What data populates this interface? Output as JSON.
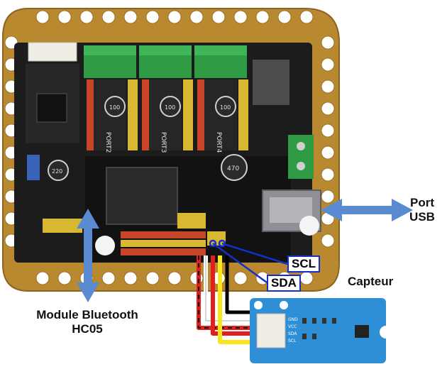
{
  "labels": {
    "port": [
      "Port",
      "USB"
    ],
    "bluetooth": [
      "Module Bluetooth",
      "HC05"
    ],
    "sensor": "Capteur",
    "scl": "SCL",
    "sda": "SDA"
  },
  "board": {
    "port_labels": [
      "PORT2",
      "PORT3",
      "PORT4"
    ],
    "cap_labels": [
      "100",
      "100",
      "100",
      "470",
      "220"
    ],
    "sensor_pins": [
      "GND",
      "VCC",
      "SDA",
      "SCL"
    ]
  },
  "colors": {
    "arrow": "#5a8ad0",
    "tag_border": "#1530c8",
    "plate": "#b8892f",
    "pcb": "#1a1a1a",
    "sensor_pcb": "#2e8fd6"
  }
}
